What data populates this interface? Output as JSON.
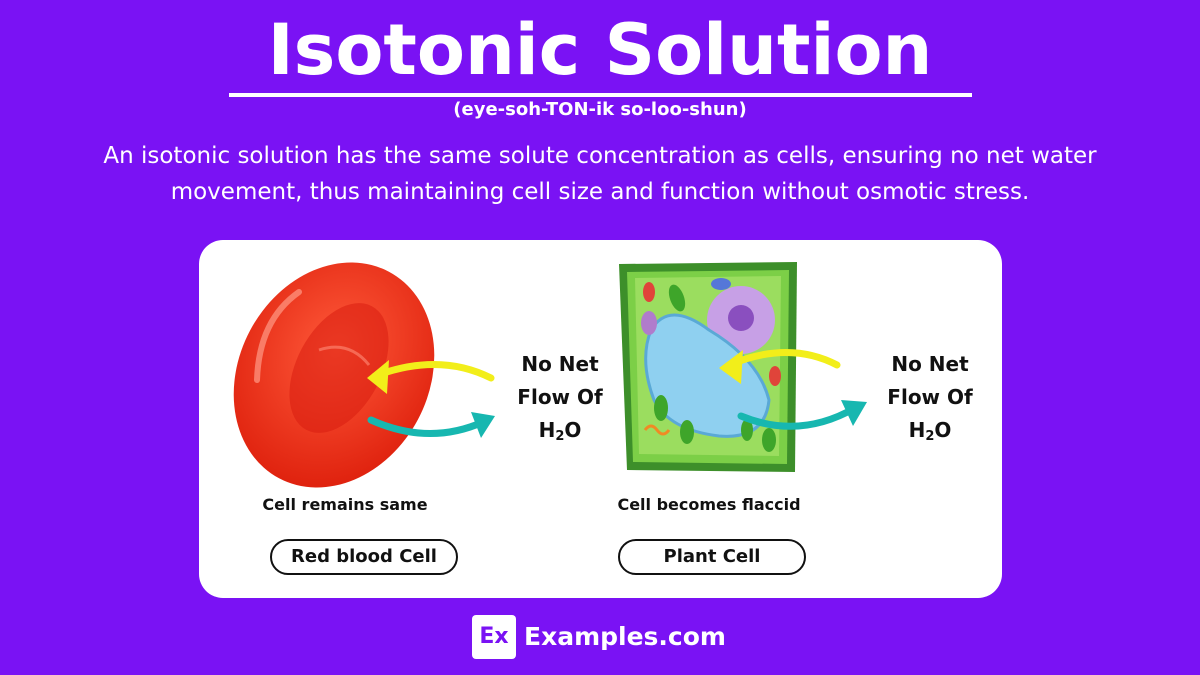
{
  "title": "Isotonic Solution",
  "pronunciation": "(eye-soh-TON-ik so-loo-shun)",
  "description": "An isotonic solution has the same solute concentration as cells, ensuring no net water movement, thus maintaining cell size and function without osmotic stress.",
  "left_diagram": {
    "flow_line1": "No Net",
    "flow_line2": "Flow Of",
    "flow_h": "H",
    "flow_sub": "2",
    "flow_o": "O",
    "caption": "Cell remains same",
    "label": "Red blood Cell"
  },
  "right_diagram": {
    "flow_line1": "No Net",
    "flow_line2": "Flow Of",
    "flow_h": "H",
    "flow_sub": "2",
    "flow_o": "O",
    "caption": "Cell becomes flaccid",
    "label": "Plant Cell"
  },
  "brand": {
    "badge": "Ex",
    "name": "Examples.com"
  },
  "colors": {
    "background": "#7a12f4",
    "rbc": "#f2301d",
    "plant_wall": "#5ab536",
    "vacuole": "#8fd0f0",
    "arrow_in": "#f2ee1a",
    "arrow_out": "#17b7b0"
  }
}
